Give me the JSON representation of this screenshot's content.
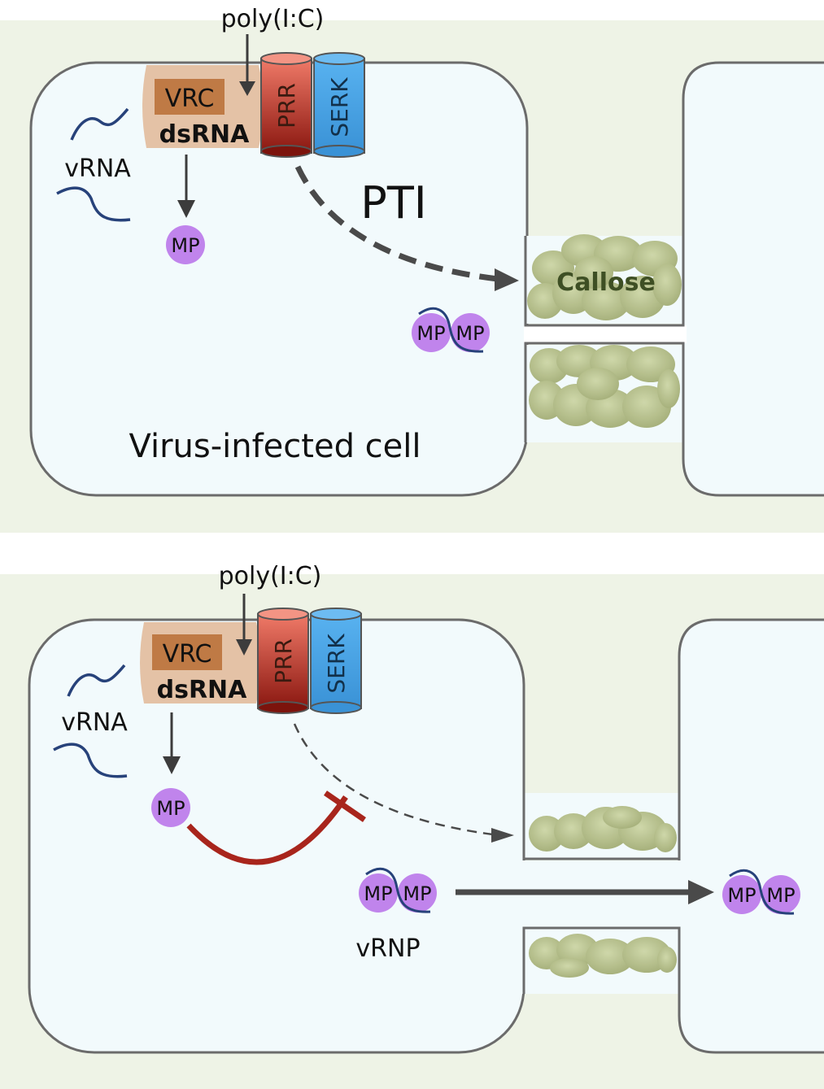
{
  "panel_top": {
    "poly_ic": "poly(I:C)",
    "vrc": "VRC",
    "dsrna": "dsRNA",
    "prr": "PRR",
    "serk": "SERK",
    "vrna": "vRNA",
    "mp": "MP",
    "pti": "PTI",
    "callose": "Callose",
    "cell_label": "Virus-infected cell"
  },
  "panel_bottom": {
    "poly_ic": "poly(I:C)",
    "vrc": "VRC",
    "dsrna": "dsRNA",
    "prr": "PRR",
    "serk": "SERK",
    "vrna": "vRNA",
    "mp": "MP",
    "vrnp": "vRNP"
  },
  "colors": {
    "background": "#eef3e6",
    "cell_fill": "#f2fafc",
    "cell_stroke": "#6b6b6b",
    "vrc_fill": "#e4c2a6",
    "vrc_box": "#bf7a45",
    "prr_top": "#f08070",
    "prr_bottom": "#8e1a12",
    "serk": "#4aa6e6",
    "mp": "#c084ec",
    "vrna": "#27427a",
    "inhibition": "#a8251c",
    "arrow": "#4a4a4a",
    "callose": "#b3be88"
  }
}
